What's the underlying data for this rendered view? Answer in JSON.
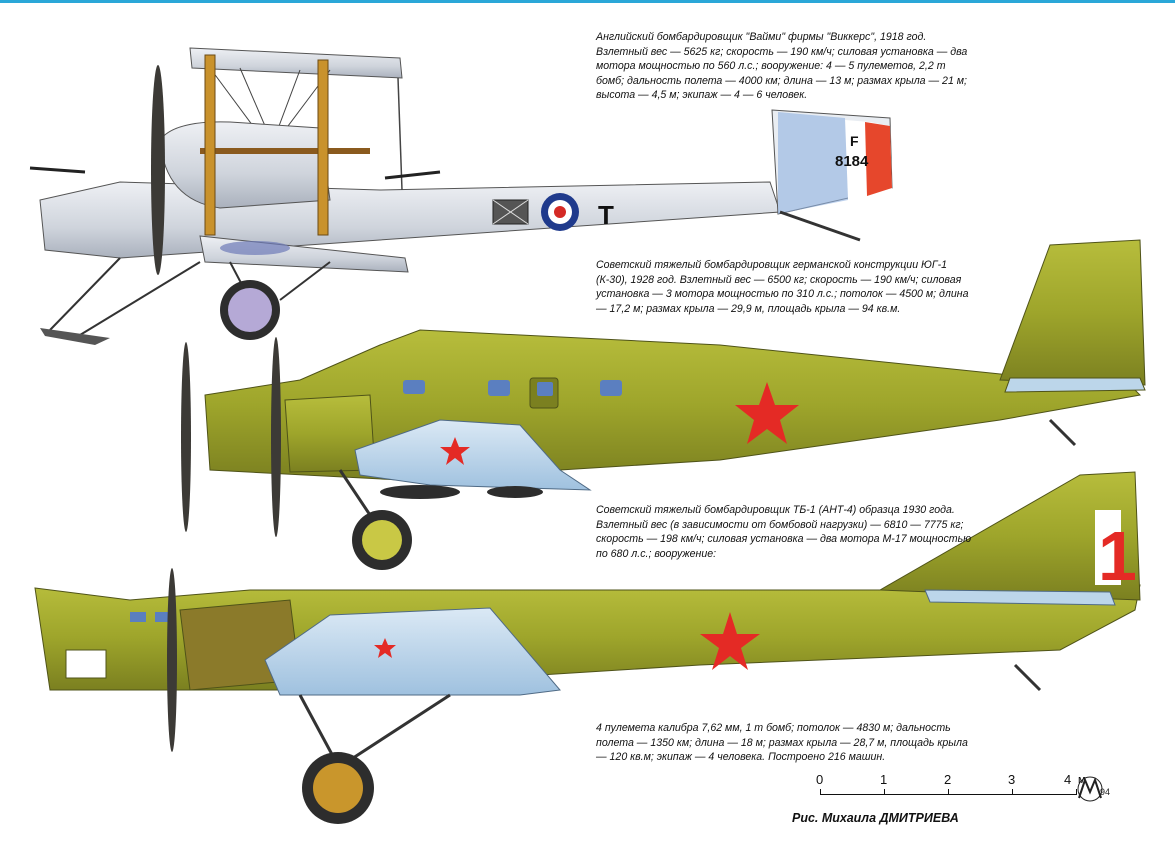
{
  "captions": {
    "vimy": "Английский бомбардировщик \"Вайми\" фирмы \"Виккерс\", 1918 год. Взлетный вес — 5625 кг; скорость — 190 км/ч; силовая установка — два мотора мощностью по 560 л.с.; вооружение: 4 — 5 пулеметов, 2,2 т бомб; дальность полета — 4000 км; длина — 13 м; размах крыла — 21 м; высота — 4,5 м; экипаж — 4 — 6 человек.",
    "ug1": "Советский тяжелый бомбардировщик германской конструкции ЮГ-1 (К-30), 1928 год. Взлетный вес — 6500 кг; скорость — 190 км/ч; силовая установка — 3 мотора мощностью по 310 л.с.; потолок — 4500 м; длина — 17,2 м; размах крыла — 29,9 м, площадь крыла — 94 кв.м.",
    "tb1_part1": "Советский тяжелый бомбардировщик ТБ-1 (АНТ-4) образца 1930 года. Взлетный вес (в зависимости от бомбовой нагрузки) — 6810 — 7775 кг; скорость — 198 км/ч; силовая установка — два мотора М-17 мощностью по 680 л.с.; вооружение:",
    "tb1_part2": "4 пулемета калибра 7,62 мм, 1 т бомб; потолок — 4830 м; дальность полета — 1350 км; длина — 18 м; размах крыла — 28,7 м, площадь крыла — 120 кв.м; экипаж — 4 человека. Построено 216 машин."
  },
  "markings": {
    "vimy_tail_letter": "F",
    "vimy_tail_number": "8184",
    "vimy_fuselage_letter": "T",
    "tb1_tail_number": "1"
  },
  "scale": {
    "labels": [
      "0",
      "1",
      "2",
      "3",
      "4"
    ],
    "unit": "м"
  },
  "signature": "94",
  "credit": "Рис. Михаила ДМИТРИЕВА",
  "colors": {
    "border": "#2aa7d8",
    "olive": "#9ea52b",
    "olive_dark": "#7b8020",
    "light_blue": "#bcd6ea",
    "red_star": "#e42a25",
    "silver": "#d9dde3",
    "wood": "#c9922c",
    "roundel_blue": "#1f3a8c"
  },
  "icons": {
    "star": "red-star-icon",
    "roundel": "raf-roundel-icon"
  }
}
